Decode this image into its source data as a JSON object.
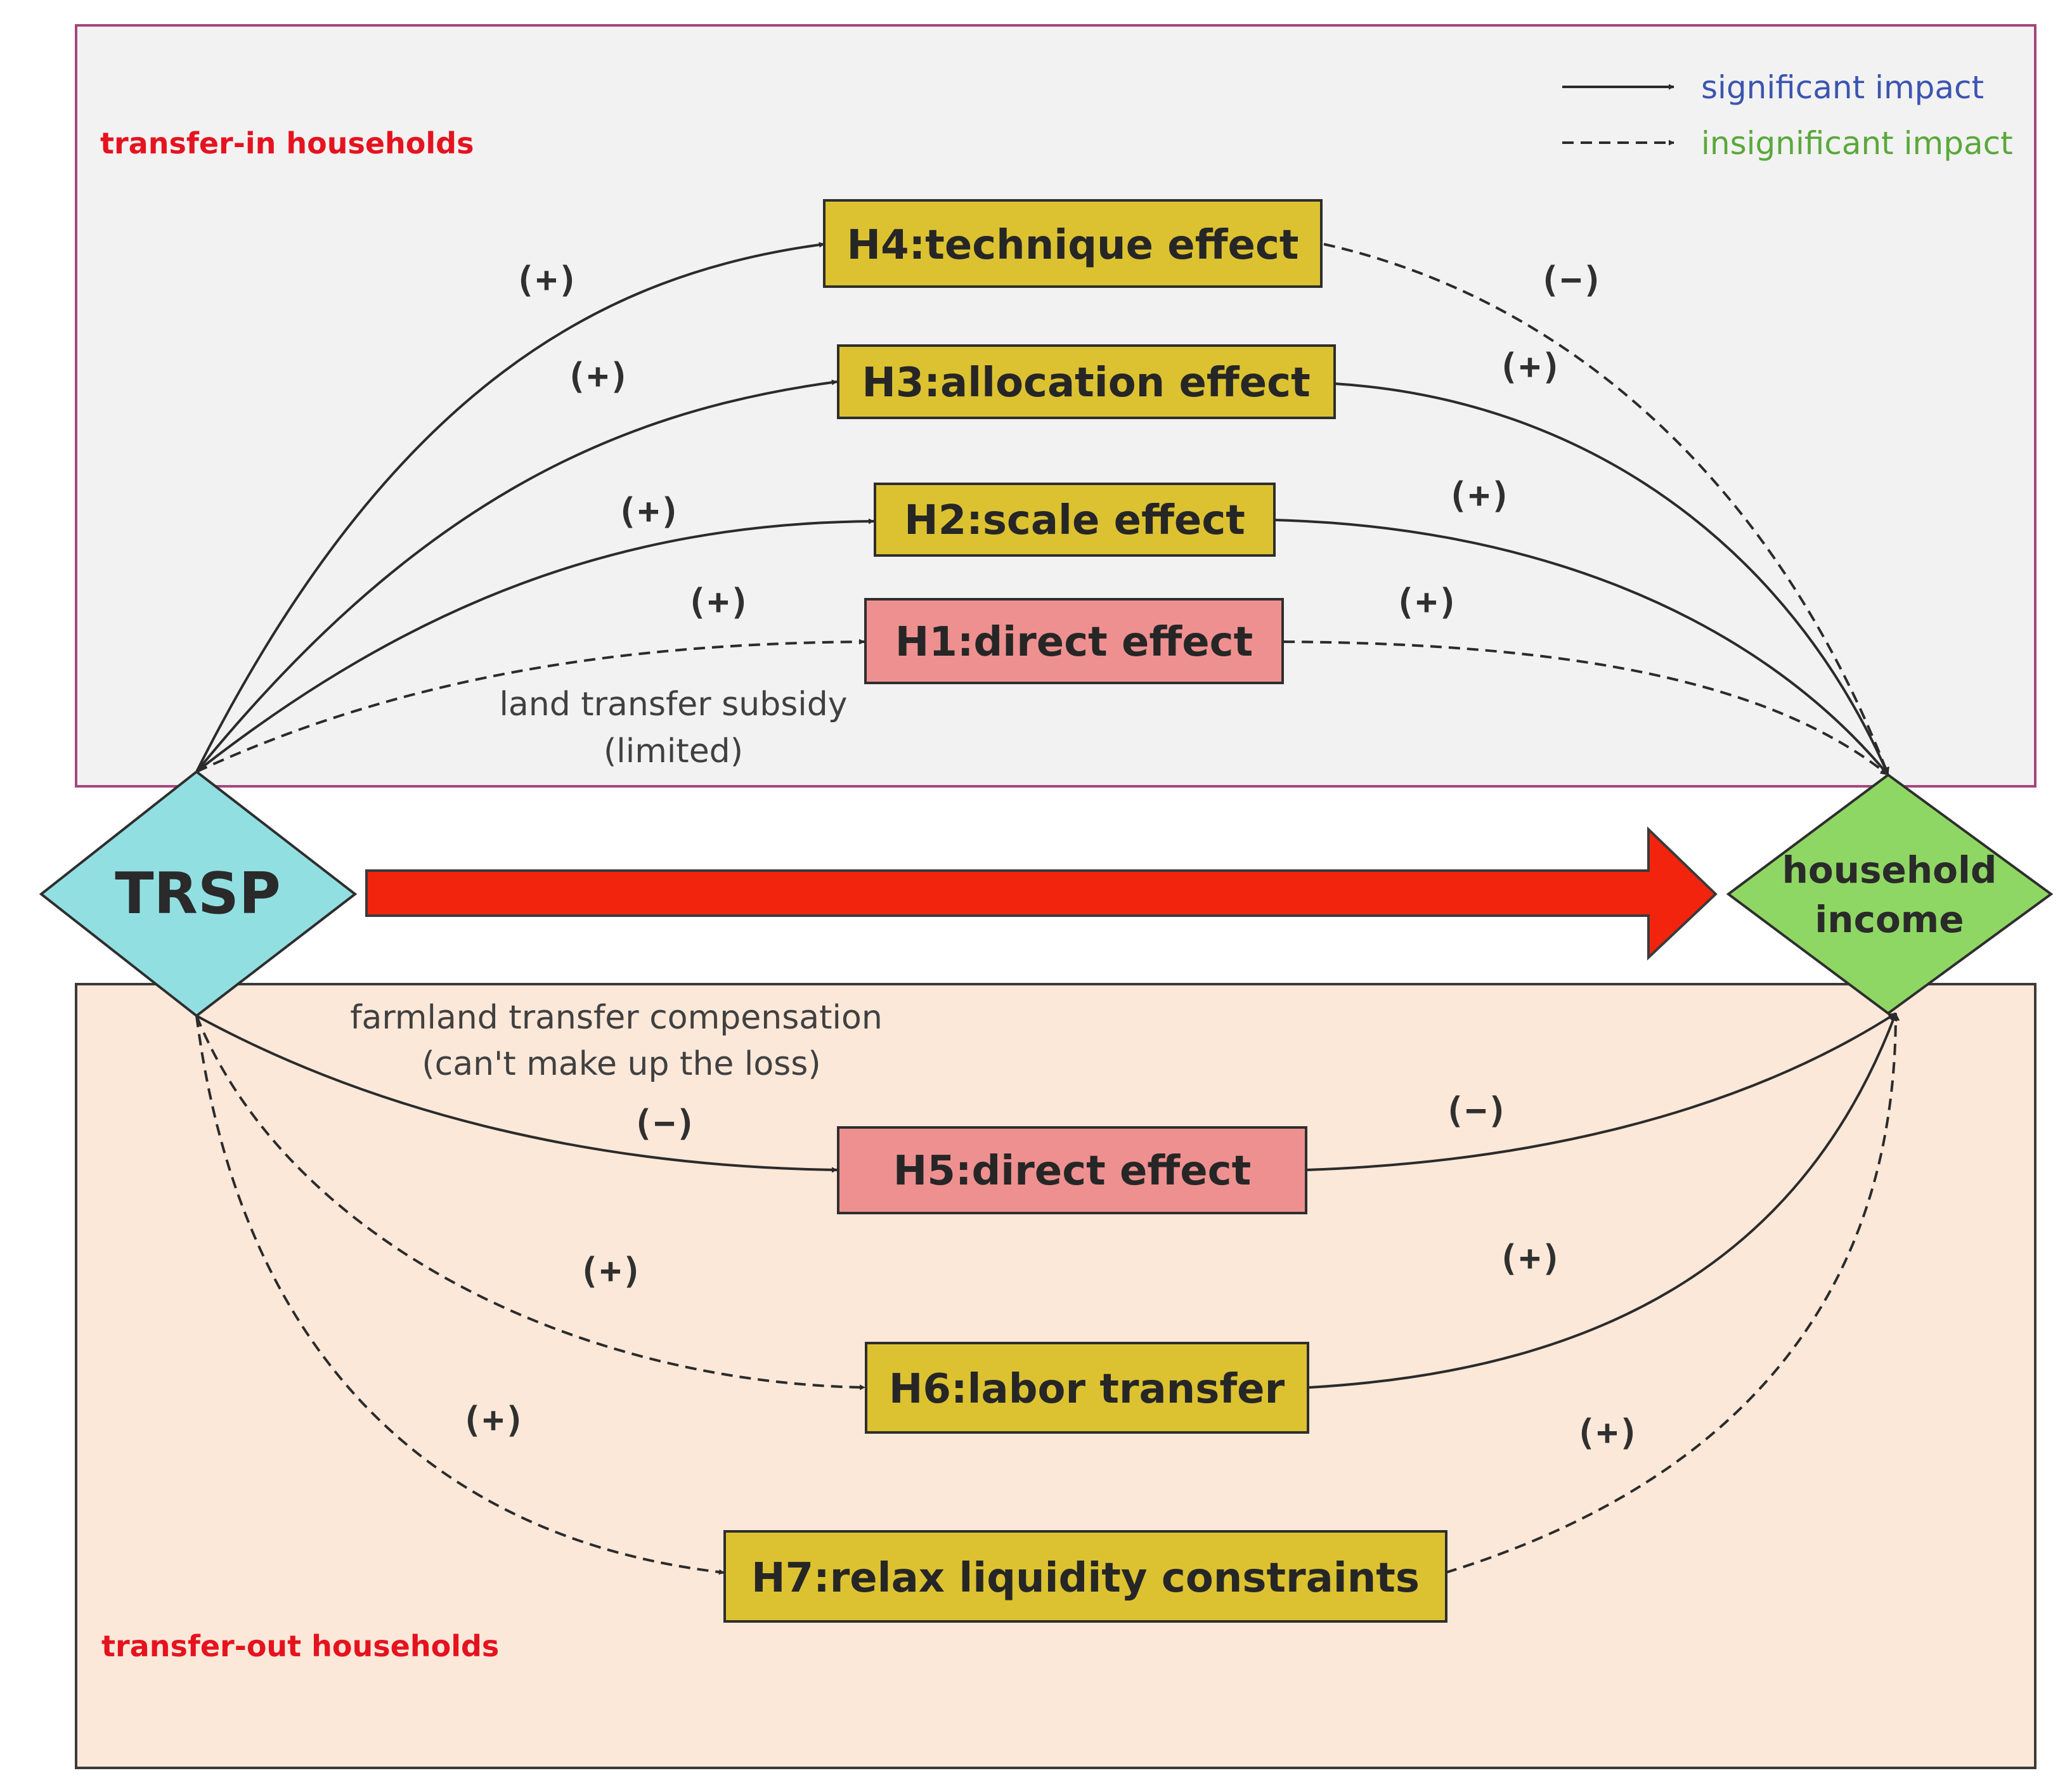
{
  "colors": {
    "region_top_fill": "#f2f2f2",
    "region_top_border": "#a4477e",
    "region_bottom_fill": "#fbe8d9",
    "region_label": "#e5131f",
    "mediator_box": "#dcc231",
    "direct_box": "#ef9090",
    "trsp_node": "#92dfe2",
    "income_node": "#8fd764",
    "main_arrow": "#f3240e",
    "legend_significant": "#3b55b0",
    "legend_insignificant": "#5aa83a"
  },
  "regions": {
    "top": "transfer-in households",
    "bottom": "transfer-out households"
  },
  "legend": {
    "significant": "significant impact",
    "insignificant": "insignificant impact"
  },
  "nodes": {
    "trsp": "TRSP",
    "income_line1": "household",
    "income_line2": "income"
  },
  "boxes": {
    "h4": "H4:technique effect",
    "h3": "H3:allocation effect",
    "h2": "H2:scale effect",
    "h1": "H1:direct effect",
    "h5": "H5:direct effect",
    "h6": "H6:labor transfer",
    "h7": "H7:relax liquidity constraints"
  },
  "signs": {
    "h4_in": "(+)",
    "h4_out": "(−)",
    "h3_in": "(+)",
    "h3_out": "(+)",
    "h2_in": "(+)",
    "h2_out": "(+)",
    "h1_in": "(+)",
    "h1_out": "(+)",
    "h5_in": "(−)",
    "h5_out": "(−)",
    "h6_in": "(+)",
    "h6_out": "(+)",
    "h7_in": "(+)",
    "h7_out": "(+)"
  },
  "notes": {
    "subsidy_line1": "land transfer subsidy",
    "subsidy_line2": "(limited)",
    "compensation_line1": "farmland transfer compensation",
    "compensation_line2": "(can't make up the loss)"
  },
  "edges": [
    {
      "id": "trsp-h4",
      "significant": true
    },
    {
      "id": "h4-income",
      "significant": false
    },
    {
      "id": "trsp-h3",
      "significant": true
    },
    {
      "id": "h3-income",
      "significant": true
    },
    {
      "id": "trsp-h2",
      "significant": true
    },
    {
      "id": "h2-income",
      "significant": true
    },
    {
      "id": "trsp-h1",
      "significant": false
    },
    {
      "id": "h1-income",
      "significant": false
    },
    {
      "id": "trsp-h5",
      "significant": true
    },
    {
      "id": "h5-income",
      "significant": true
    },
    {
      "id": "trsp-h6",
      "significant": false
    },
    {
      "id": "h6-income",
      "significant": true
    },
    {
      "id": "trsp-h7",
      "significant": false
    },
    {
      "id": "h7-income",
      "significant": false
    }
  ]
}
